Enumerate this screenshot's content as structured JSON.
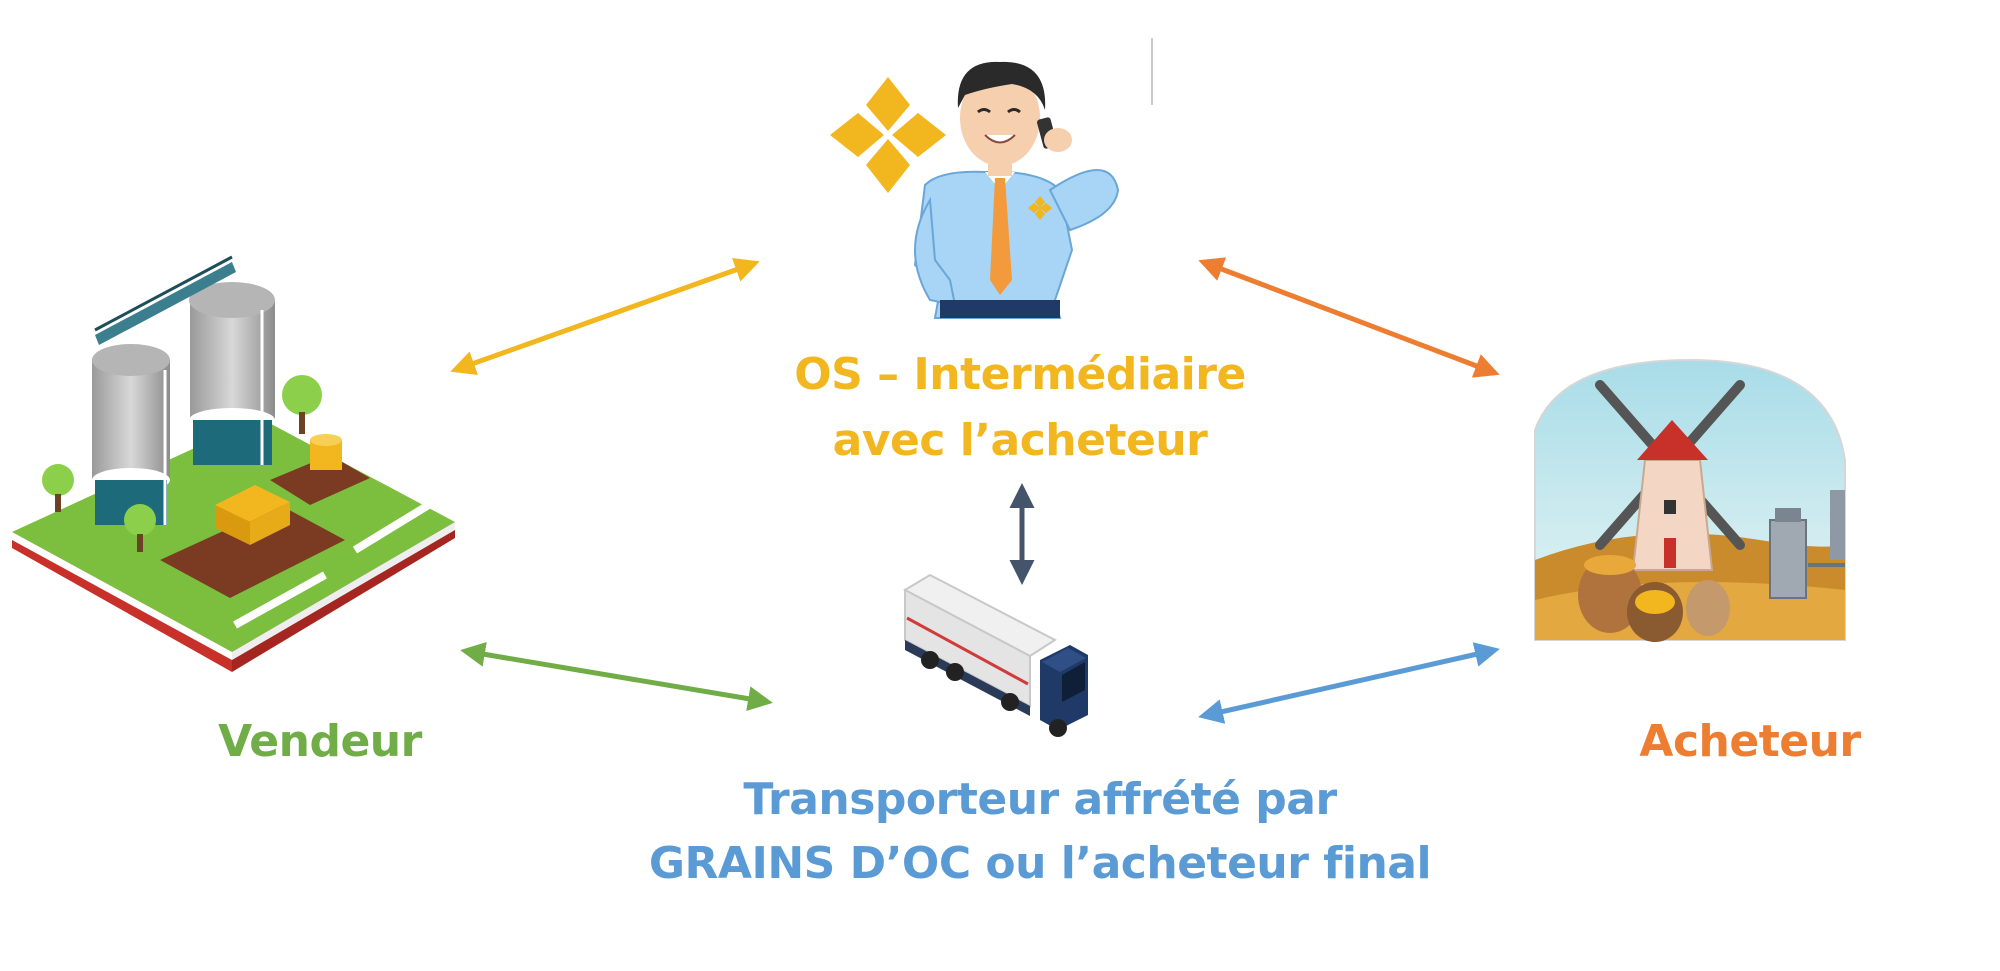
{
  "nodes": {
    "intermediary": {
      "label_line1": "OS – Intermédiaire",
      "label_line2": "avec l’acheteur",
      "color": "#f2b61f"
    },
    "seller": {
      "label": "Vendeur",
      "color": "#70ad47"
    },
    "buyer": {
      "label": "Acheteur",
      "color": "#ed7d31"
    },
    "carrier": {
      "label_line1": "Transporteur affrété par",
      "label_line2": "GRAINS D’OC ou l’acheteur final",
      "color": "#5b9bd5"
    }
  },
  "arrows": [
    {
      "from": "seller",
      "to": "intermediary",
      "color": "#f2b61f"
    },
    {
      "from": "intermediary",
      "to": "buyer",
      "color": "#ed7d31"
    },
    {
      "from": "intermediary",
      "to": "carrier",
      "color": "#44546a"
    },
    {
      "from": "seller",
      "to": "carrier",
      "color": "#70ad47"
    },
    {
      "from": "carrier",
      "to": "buyer",
      "color": "#5b9bd5"
    }
  ],
  "icons": {
    "logo": "grains-doc-logo-icon",
    "intermediary": "businessman-on-phone-icon",
    "seller": "grain-silo-farm-icon",
    "buyer": "windmill-mill-icon",
    "carrier": "truck-icon"
  }
}
